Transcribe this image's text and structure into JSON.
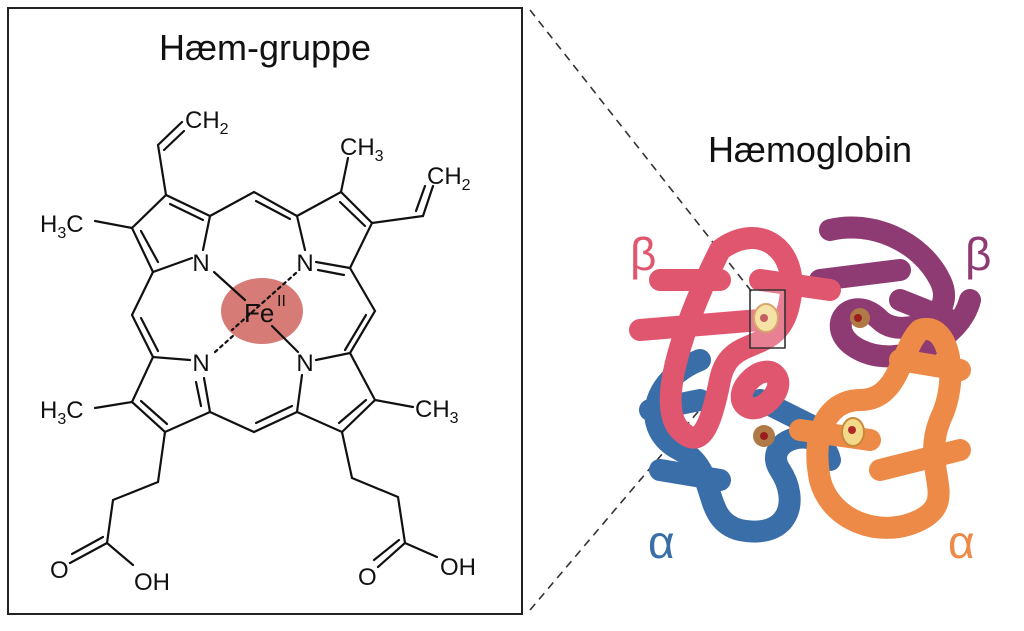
{
  "left_panel": {
    "title": "Hæm-gruppe",
    "atoms": {
      "iron": "Fe",
      "iron_oxidation": "II",
      "nitrogen": "N",
      "ch2": "CH",
      "ch3": "CH",
      "h3c_h": "H",
      "h3c_c": "C",
      "sub2": "2",
      "sub3": "3",
      "oxygen": "O",
      "hydroxyl": "OH"
    }
  },
  "right_panel": {
    "title": "Hæmoglobin",
    "subunits": {
      "beta_left": "β",
      "beta_right": "β",
      "alpha_left": "α",
      "alpha_right": "α"
    }
  },
  "colors": {
    "iron_highlight": "#d67b76",
    "beta1": "#e0566f",
    "beta2": "#8e3a73",
    "alpha1": "#3a6ea8",
    "alpha2": "#ee8a47"
  }
}
